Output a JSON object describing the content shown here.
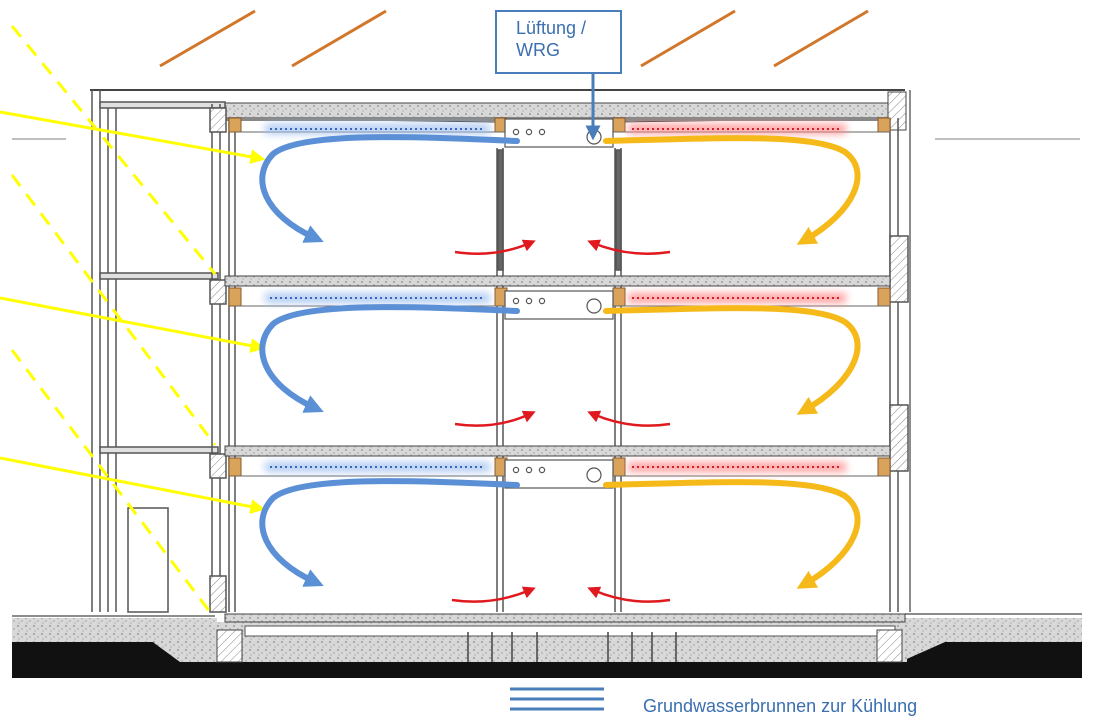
{
  "labels": {
    "ventilation_line1": "Lüftung /",
    "ventilation_line2": "WRG",
    "groundwater": "Grundwasserbrunnen zur Kühlung"
  },
  "colors": {
    "cool_air": "#5b8fd6",
    "warm_air": "#f6b91a",
    "sun_rays": "#ffff00",
    "recirculation": "#e0191f",
    "rain": "#d2772a",
    "timber_beam": "#d9a35b",
    "ventilation_outline": "#4a7ebb"
  },
  "diagram": {
    "floors": 3,
    "icons": [
      "sun-ray",
      "ventilation-duct",
      "cooling-ceiling",
      "heating-ceiling",
      "groundwater-well"
    ]
  }
}
